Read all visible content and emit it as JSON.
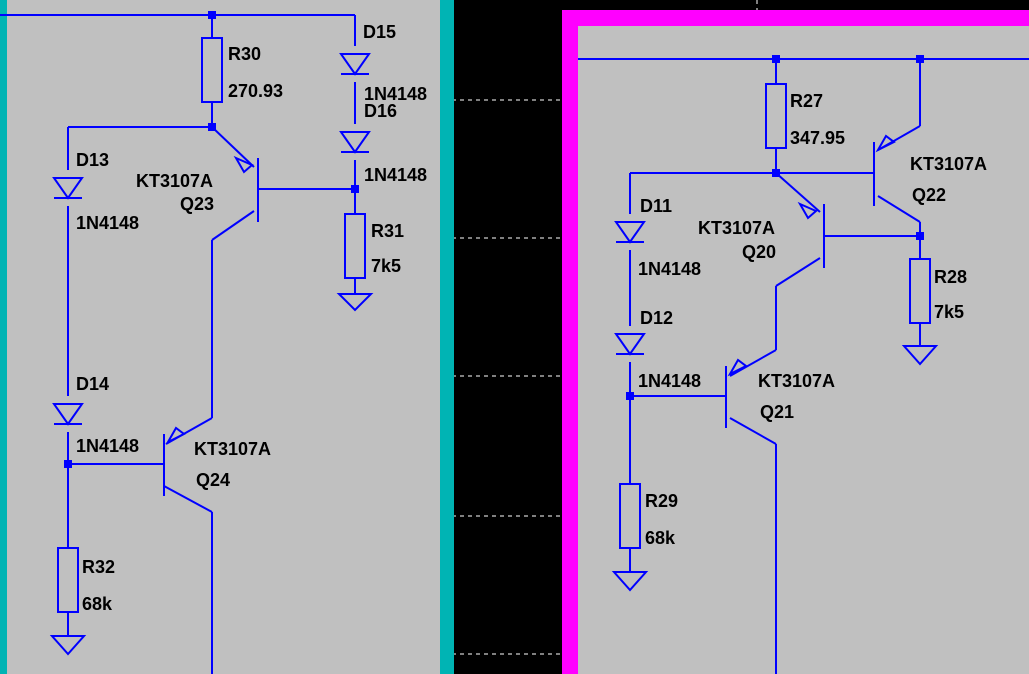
{
  "colors": {
    "canvas": "#000000",
    "sheet": "#c0c0c0",
    "wire": "#0000ff",
    "left_frame": "#00b4b4",
    "right_frame": "#ff00ff",
    "grid": "#ffffff"
  },
  "left_circuit": {
    "R30": {
      "name": "R30",
      "value": "270.93"
    },
    "R31": {
      "name": "R31",
      "value": "7k5"
    },
    "R32": {
      "name": "R32",
      "value": "68k"
    },
    "D13": {
      "name": "D13",
      "model": "1N4148"
    },
    "D14": {
      "name": "D14",
      "model": "1N4148"
    },
    "D15": {
      "name": "D15",
      "model": "1N4148"
    },
    "D16": {
      "name": "D16",
      "model": "1N4148"
    },
    "Q23": {
      "name": "Q23",
      "model": "KT3107A"
    },
    "Q24": {
      "name": "Q24",
      "model": "KT3107A"
    }
  },
  "right_circuit": {
    "R27": {
      "name": "R27",
      "value": "347.95"
    },
    "R28": {
      "name": "R28",
      "value": "7k5"
    },
    "R29": {
      "name": "R29",
      "value": "68k"
    },
    "D11": {
      "name": "D11",
      "model": "1N4148"
    },
    "D12": {
      "name": "D12",
      "model": "1N4148"
    },
    "Q20": {
      "name": "Q20",
      "model": "KT3107A"
    },
    "Q21": {
      "name": "Q21",
      "model": "KT3107A"
    },
    "Q22": {
      "name": "Q22",
      "model": "KT3107A"
    }
  }
}
